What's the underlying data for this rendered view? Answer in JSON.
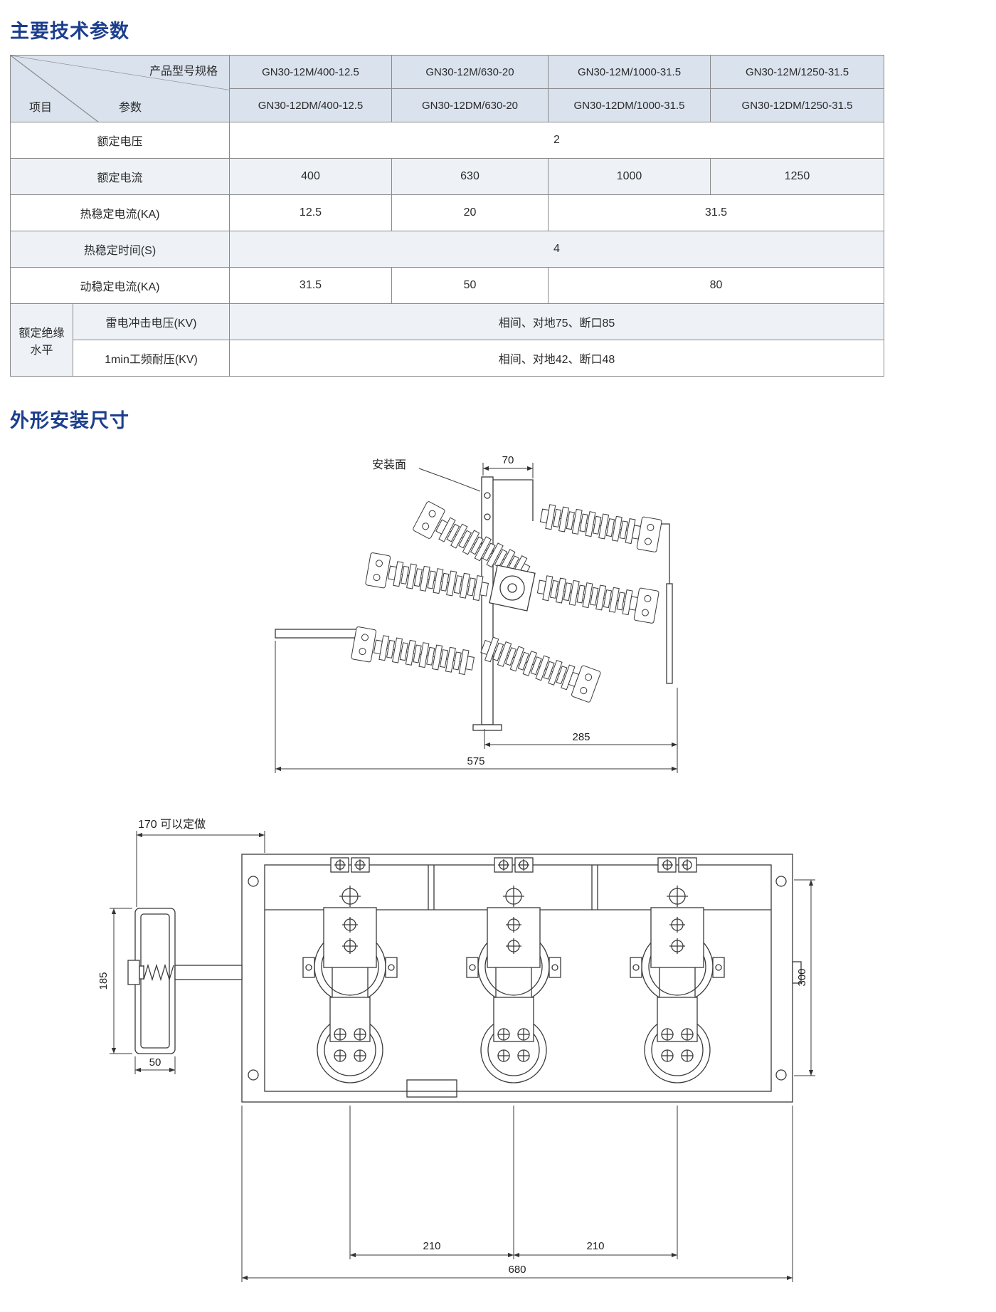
{
  "page": {
    "section1_title": "主要技术参数",
    "section2_title": "外形安装尺寸"
  },
  "colors": {
    "accent_blue": "#1c3e8e",
    "table_header_bg": "#d9e2ed",
    "table_alt_row_bg": "#eef2f7",
    "line_color": "#3a3a3a"
  },
  "table": {
    "corner": {
      "product": "产品型号规格",
      "param": "参数",
      "item": "项目"
    },
    "models_m": [
      "GN30-12M/400-12.5",
      "GN30-12M/630-20",
      "GN30-12M/1000-31.5",
      "GN30-12M/1250-31.5"
    ],
    "models_dm": [
      "GN30-12DM/400-12.5",
      "GN30-12DM/630-20",
      "GN30-12DM/1000-31.5",
      "GN30-12DM/1250-31.5"
    ],
    "rows": {
      "rated_voltage": {
        "label": "额定电压",
        "value": "2"
      },
      "rated_current": {
        "label": "额定电流",
        "values": [
          "400",
          "630",
          "1000",
          "1250"
        ]
      },
      "thermal_current": {
        "label": "热稳定电流(KA)",
        "values": [
          "12.5",
          "20",
          "31.5"
        ]
      },
      "thermal_time": {
        "label": "热稳定时间(S)",
        "value": "4"
      },
      "dynamic_current": {
        "label": "动稳定电流(KA)",
        "values": [
          "31.5",
          "50",
          "80"
        ]
      },
      "insulation_group": "额定绝缘水平",
      "lightning": {
        "label": "雷电冲击电压(KV)",
        "value": "相间、对地75、断口85"
      },
      "power_freq": {
        "label": "1min工频耐压(KV)",
        "value": "相间、对地42、断口48"
      }
    }
  },
  "drawing_side_view": {
    "mount_label": "安装面",
    "dim_70": "70",
    "dim_285": "285",
    "dim_575": "575"
  },
  "drawing_top_view": {
    "dim_170": "170 可以定做",
    "dim_185": "185",
    "dim_50": "50",
    "dim_300": "300",
    "dim_210a": "210",
    "dim_210b": "210",
    "dim_680": "680"
  }
}
